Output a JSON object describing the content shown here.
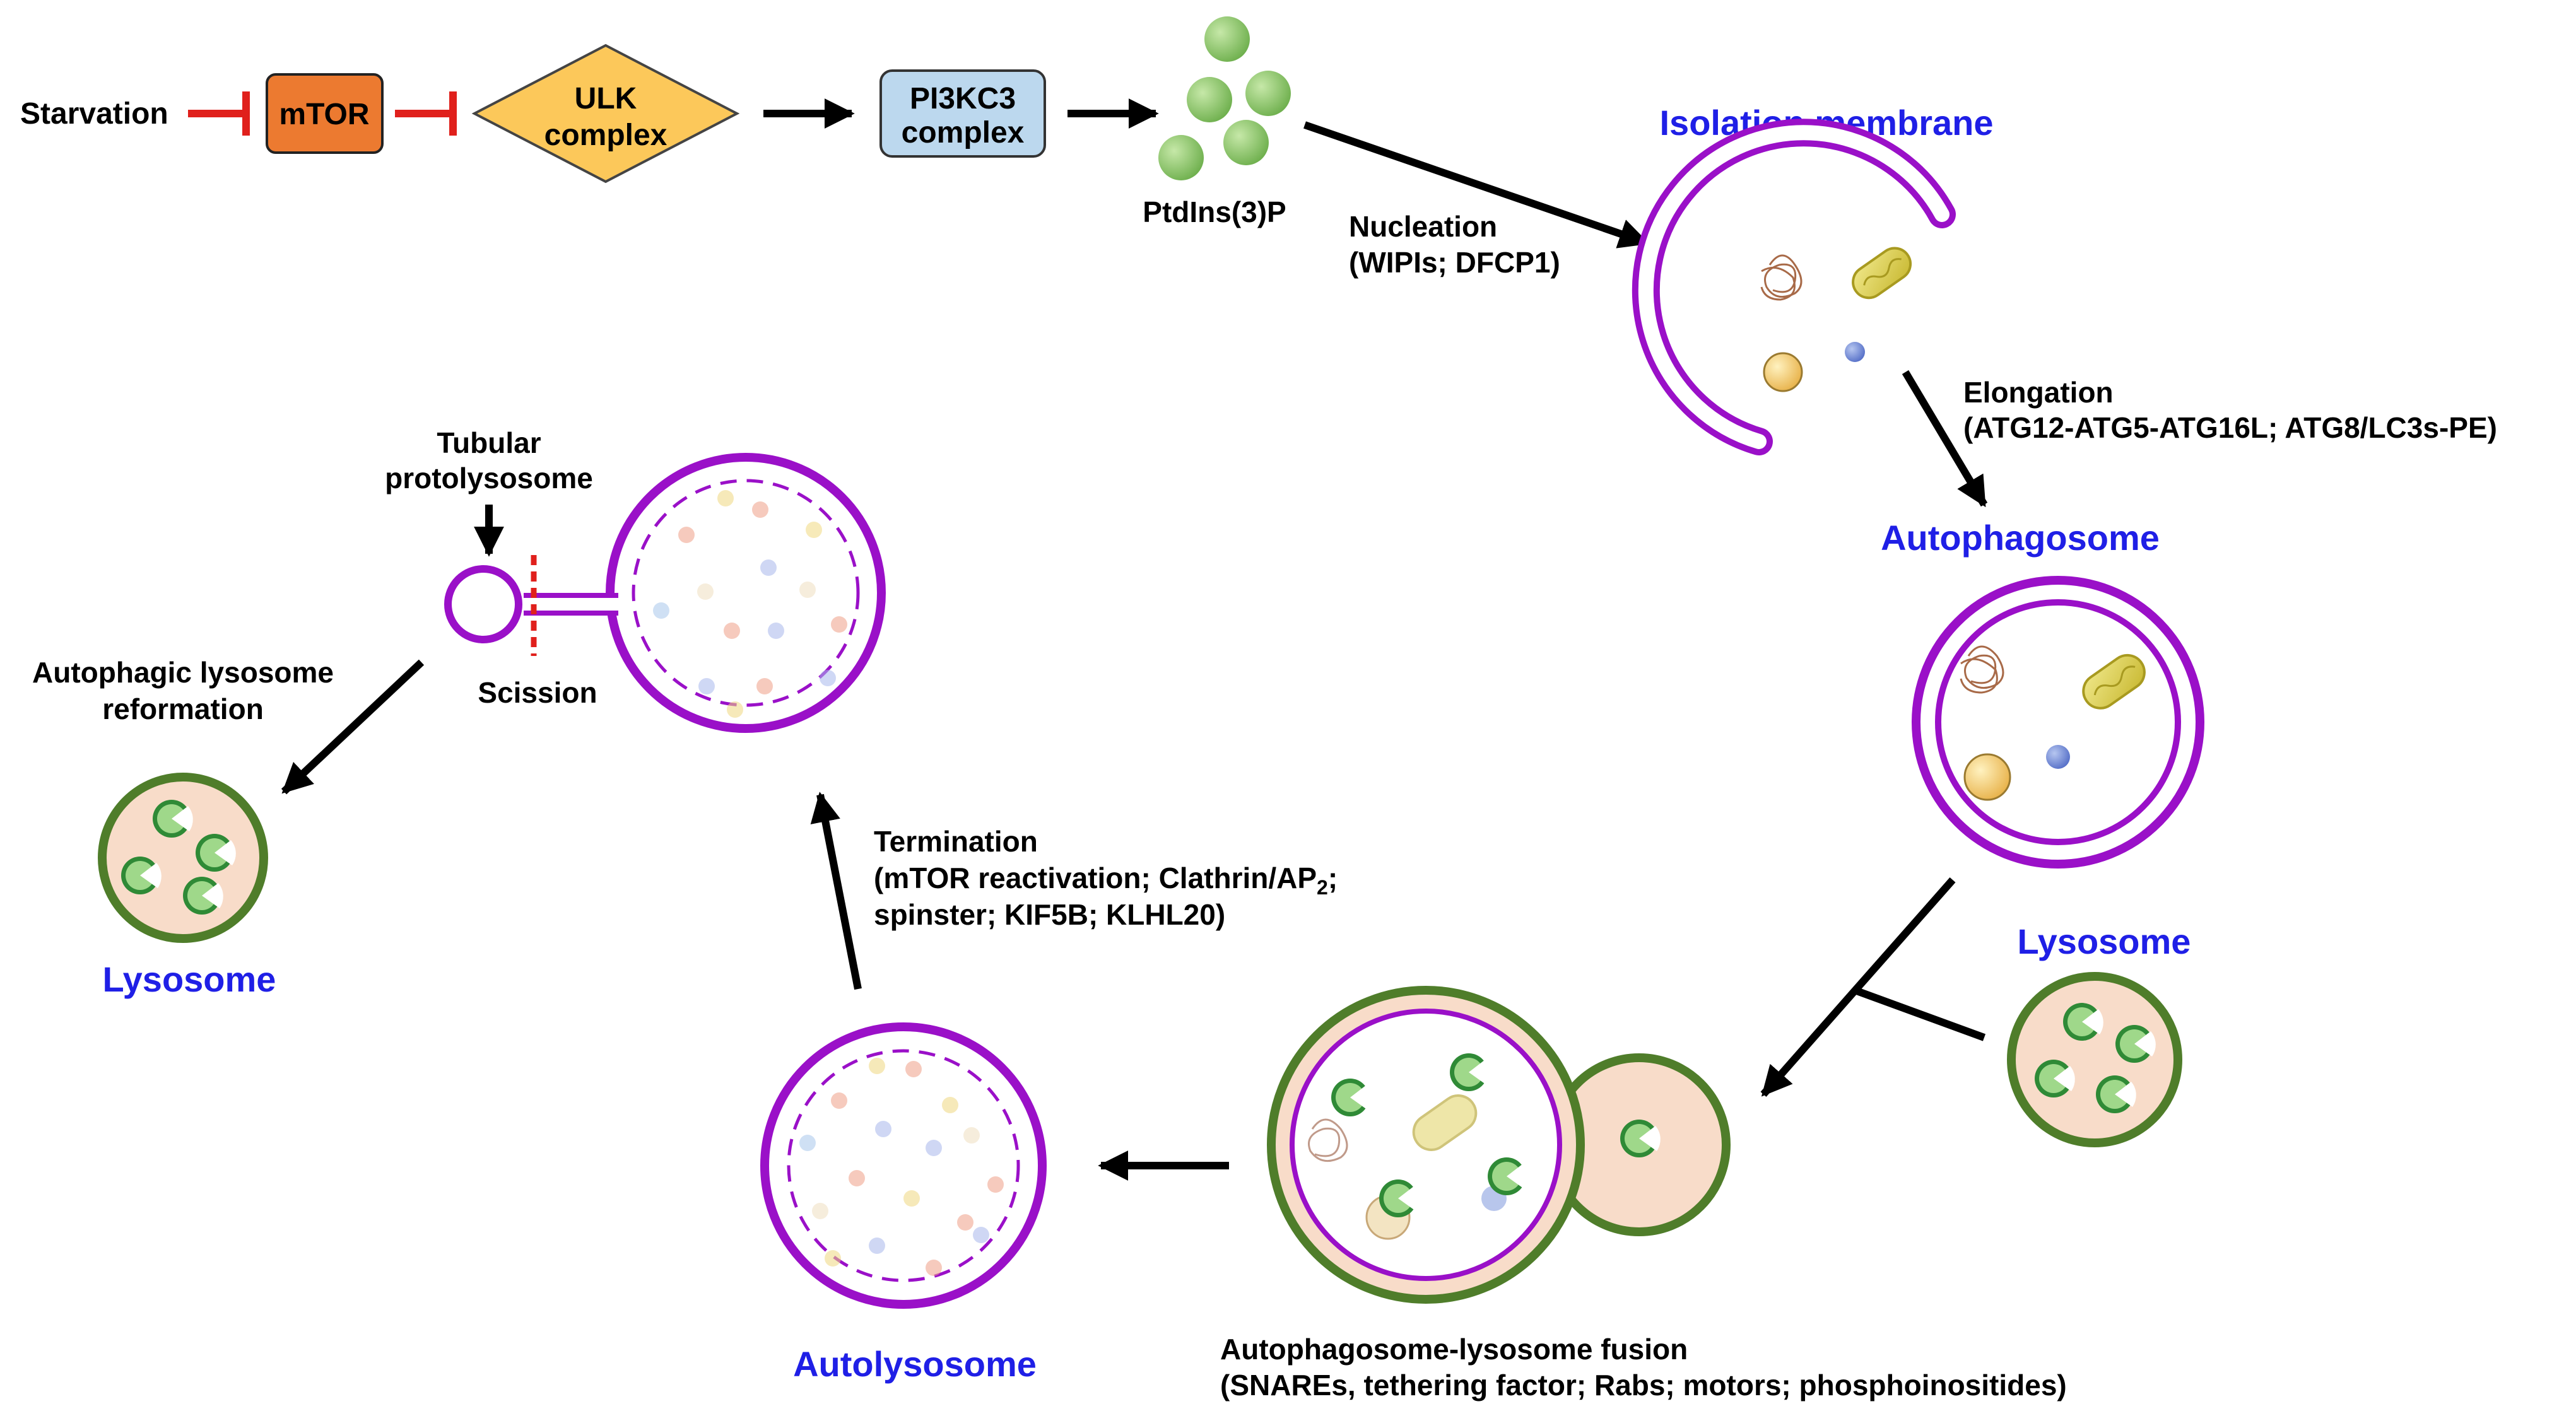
{
  "pathway": {
    "starvation": "Starvation",
    "mtor": "mTOR",
    "ulk_line1": "ULK",
    "ulk_line2": "complex",
    "pi3kc3_line1": "PI3KC3",
    "pi3kc3_line2": "complex",
    "ptdins": "PtdIns(3)P"
  },
  "stages": {
    "isolation_membrane": "Isolation membrane",
    "autophagosome": "Autophagosome",
    "lysosome_right": "Lysosome",
    "autolysosome": "Autolysosome",
    "lysosome_left": "Lysosome",
    "tubular_line1": "Tubular",
    "tubular_line2": "protolysosome",
    "scission": "Scission"
  },
  "steps": {
    "nucleation_line1": "Nucleation",
    "nucleation_line2": "(WIPIs; DFCP1)",
    "elongation_line1": "Elongation",
    "elongation_line2": "(ATG12-ATG5-ATG16L; ATG8/LC3s-PE)",
    "fusion_line1": "Autophagosome-lysosome fusion",
    "fusion_line2": "(SNAREs, tethering factor; Rabs; motors; phosphoinositides)",
    "termination_line1": "Termination",
    "termination_line2a": "(mTOR reactivation; Clathrin/AP",
    "termination_sub": "2",
    "termination_line2b": ";",
    "termination_line3": "spinster; KIF5B; KLHL20)",
    "alr_line1": "Autophagic lysosome",
    "alr_line2": "reformation"
  },
  "colors": {
    "inhibit": "#e0201c",
    "mtor_fill": "#ec7a30",
    "ulk_fill": "#fcc85a",
    "pi3k_fill": "#bcd8ee",
    "membrane": "#9a10c8",
    "lysosome_ring": "#4f7d2a",
    "lysosome_fill": "#f8dcc9",
    "stage_label": "#1f1fe6"
  }
}
